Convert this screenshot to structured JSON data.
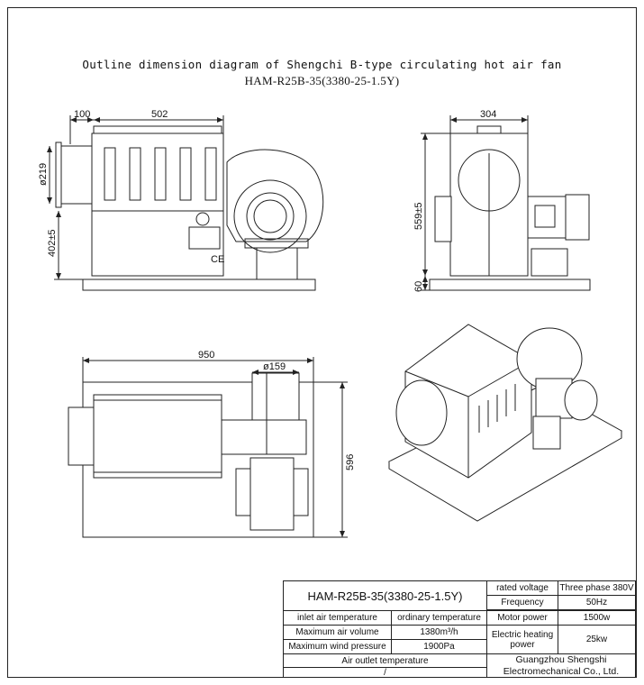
{
  "title": {
    "line1": "Outline dimension diagram of Shengchi B-type circulating hot air fan",
    "line2": "HAM-R25B-35(3380-25-1.5Y)"
  },
  "dimensions": {
    "front_width_inlet": "100",
    "front_width_body": "502",
    "front_dia_inlet": "ø219",
    "front_height": "402±5",
    "side_width": "304",
    "side_height": "559±5",
    "side_base": "60",
    "top_length": "950",
    "top_outlet_dia": "ø159",
    "top_depth": "596"
  },
  "spec_table": {
    "model": "HAM-R25B-35(3380-25-1.5Y)",
    "inlet_air_temperature_label": "inlet air temperature",
    "inlet_air_temperature_value": "ordinary temperature",
    "max_air_volume_label": "Maximum air volume",
    "max_air_volume_value": "1380m³/h",
    "max_wind_pressure_label": "Maximum wind pressure",
    "max_wind_pressure_value": "1900Pa",
    "air_outlet_temperature_label": "Air outlet temperature",
    "air_outlet_temperature_value": "/",
    "rated_voltage_label": "rated voltage",
    "rated_voltage_value": "Three phase 380V",
    "frequency_label": "Frequency",
    "frequency_value": "50Hz",
    "motor_power_label": "Motor power",
    "motor_power_value": "1500w",
    "heating_power_label": "Electric heating power",
    "heating_power_value": "25kw",
    "company": "Guangzhou Shengshi Electromechanical Co., Ltd."
  }
}
